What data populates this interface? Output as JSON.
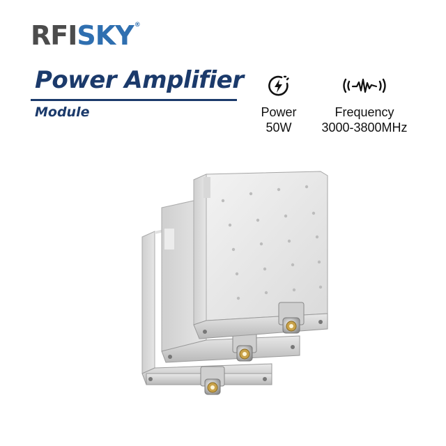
{
  "brand": {
    "part1": "RFI",
    "part2": "SKY",
    "reg": "®"
  },
  "title": "Power Amplifier",
  "subtitle": "Module",
  "specs": {
    "power": {
      "icon": "power-bolt-icon",
      "label": "Power",
      "value": "50W"
    },
    "frequency": {
      "icon": "signal-wave-icon",
      "label": "Frequency",
      "value": "3000-3800MHz"
    }
  },
  "product": {
    "image": "three stacked aluminum power amplifier modules with N-type connectors"
  },
  "colors": {
    "brand_gray": "#4c4c4c",
    "brand_blue": "#2f6fb0",
    "title_navy": "#1b3a6b"
  }
}
